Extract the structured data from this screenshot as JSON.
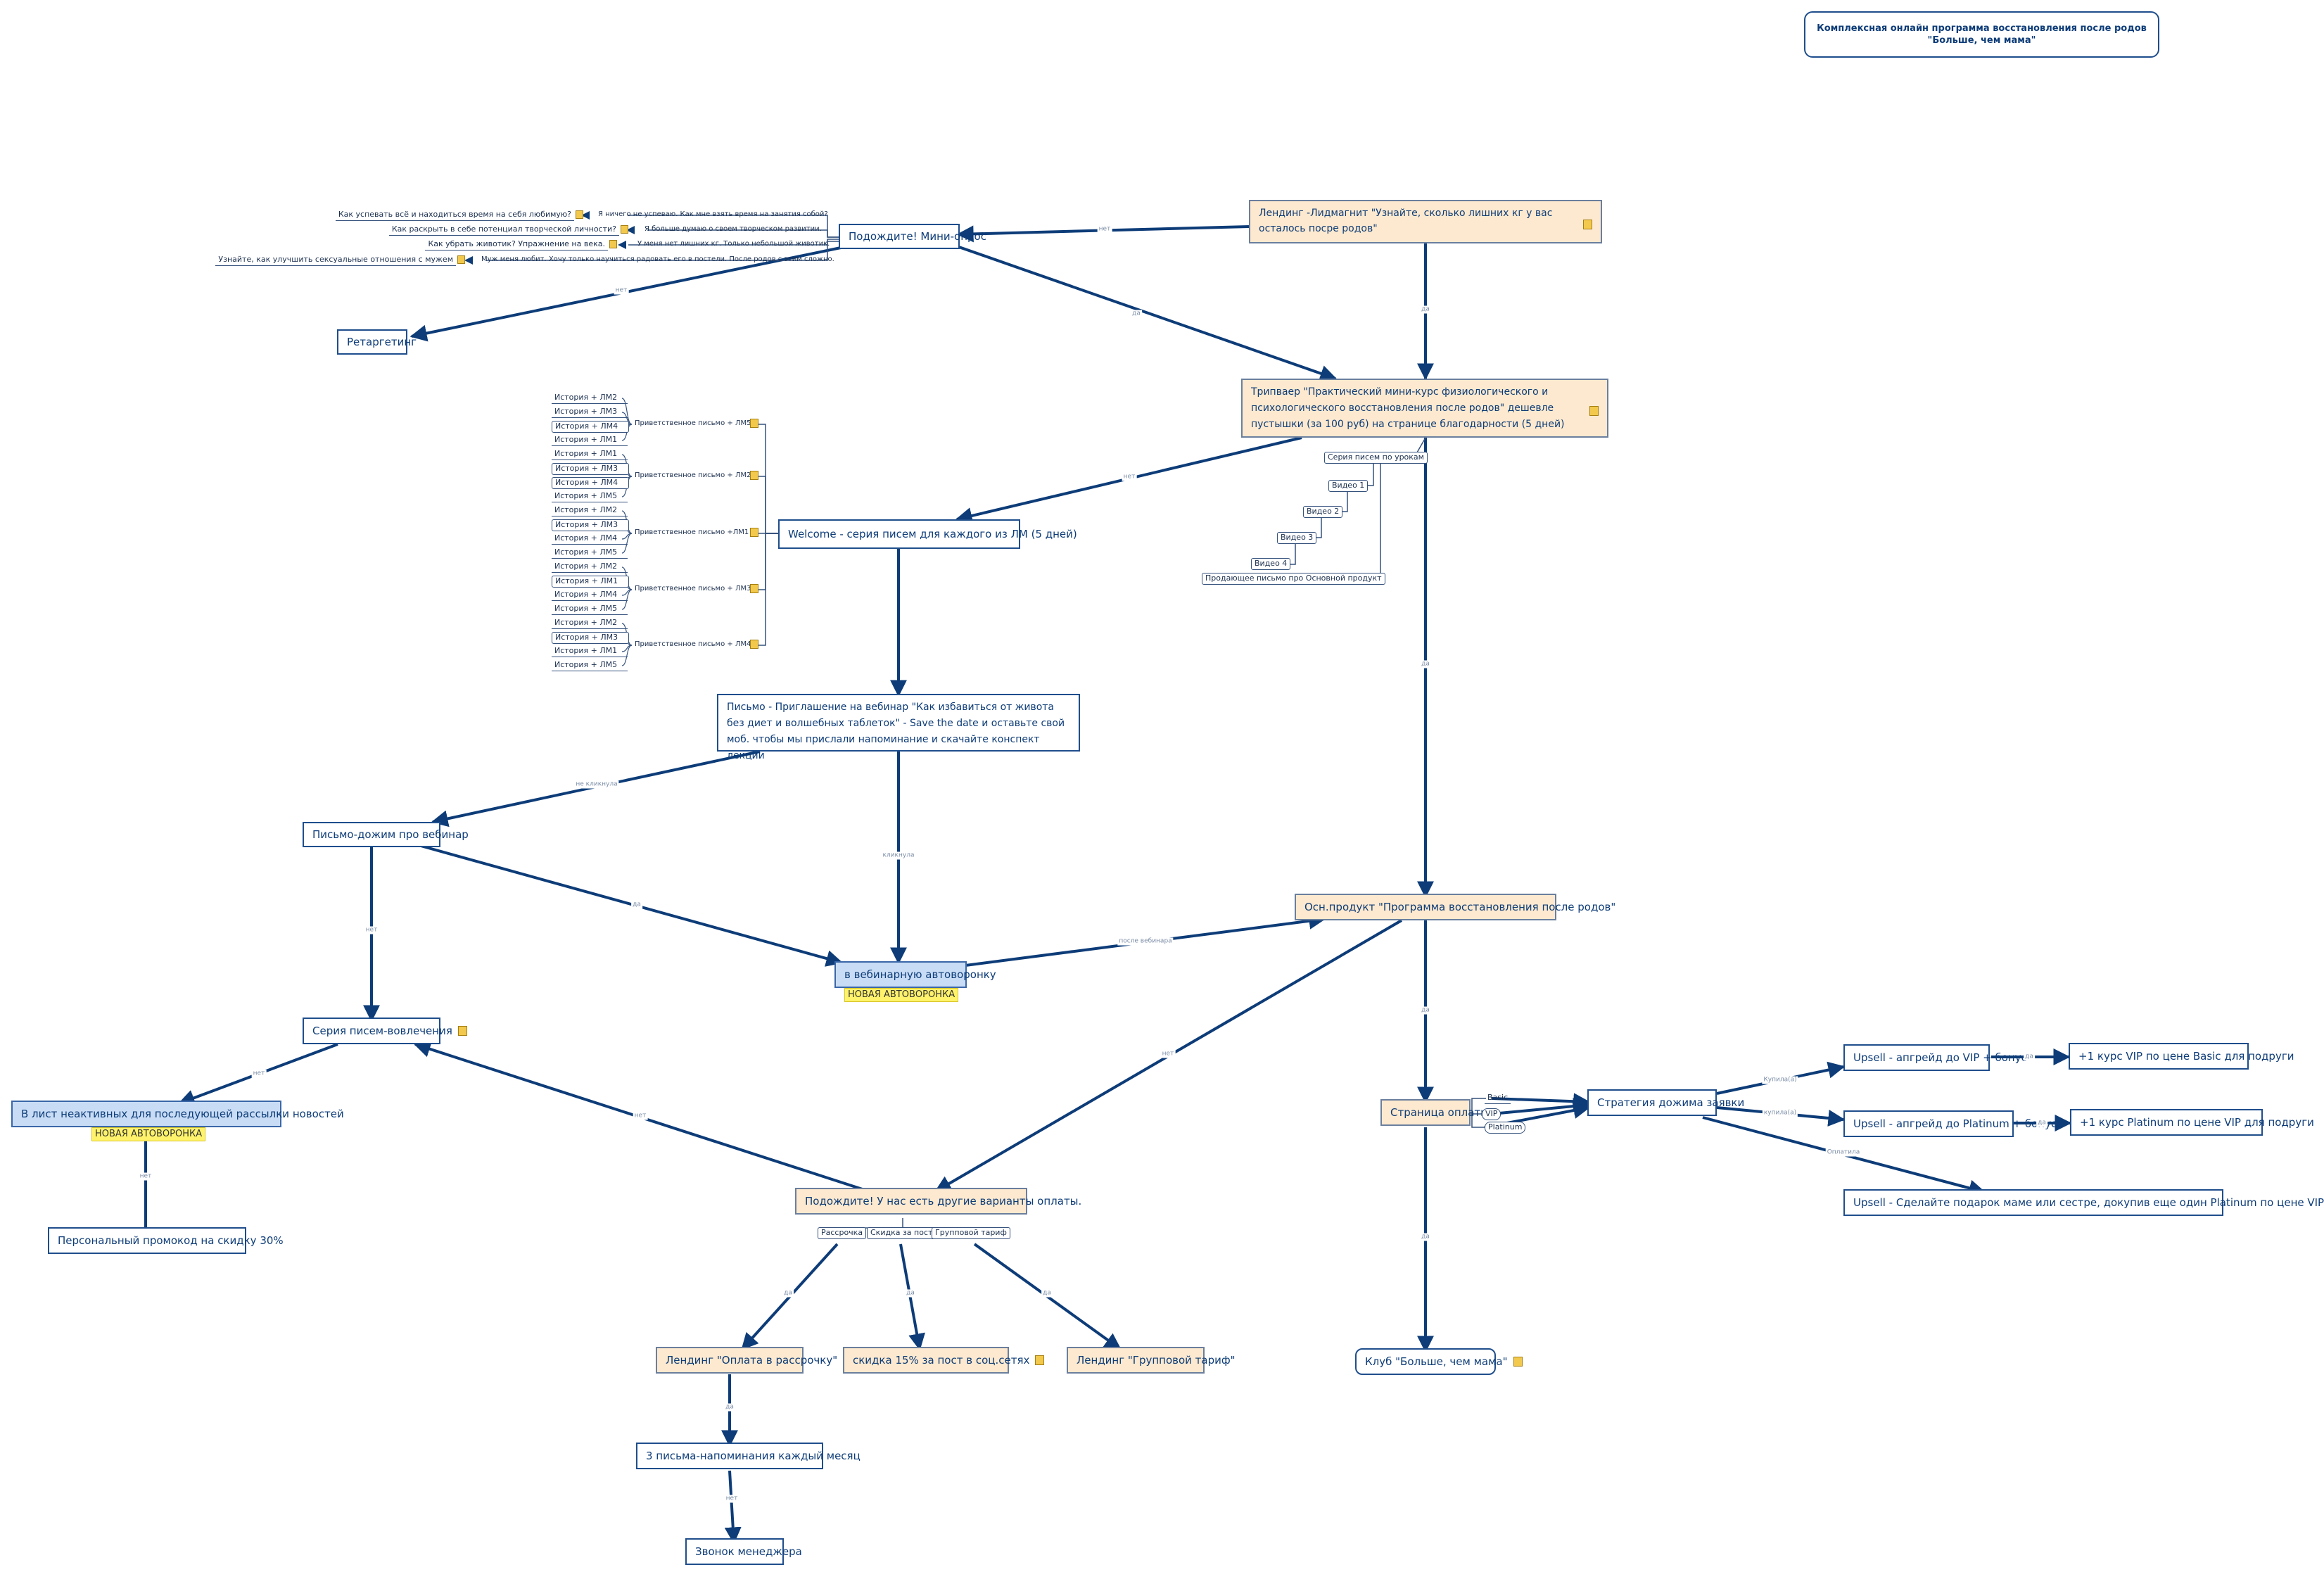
{
  "title": "Комплексная онлайн программа восстановления после родов \"Больше, чем мама\"",
  "nodes": {
    "lead_landing": "Лендинг -Лидмагнит \"Узнайте, сколько лишних кг у вас осталось посре родов\"",
    "tripwire": "Трипваер \"Практический мини-курс физиологического и психологического восстановления после родов\" дешевле пустышки (за 100 руб) на странице благодарности (5 дней)",
    "mini_survey": "Подождите! Мини-опрос",
    "retargeting": "Ретаргетинг",
    "welcome": "Welcome - серия писем для каждого из ЛМ (5 дней)",
    "invite": "Письмо - Приглашение на вебинар \"Как избавиться от живота без диет и волшебных таблеток\" - Save the date и оставьте свой моб. чтобы мы прислали напоминание и скачайте конспект лекции",
    "dozhim_webinar": "Письмо-дожим про вебинар",
    "webinar_funnel": "в вебинарную автоворонку",
    "engagement": "Серия писем-вовлечения",
    "inactive": "В лист неактивных для последующей рассылки новостей",
    "promo": "Персональный промокод на скидку 30%",
    "main_product": "Осн.продукт \"Программа восстановления после родов\"",
    "wait_options": "Подождите! У нас есть другие варианты оплаты.",
    "landing_installment": "Лендинг \"Оплата в рассрочку\"",
    "discount_repost": "скидка 15% за пост в соц.сетях",
    "landing_group": "Лендинг \"Групповой тариф\"",
    "reminders": "3 письма-напоминания каждый месяц",
    "manager_call": "Звонок менеджера",
    "payment_page": "Страница оплаты",
    "strategy": "Стратегия дожима заявки",
    "upsell_vip": "Upsell - апгрейд до VIP + бонус",
    "upsell_platinum": "Upsell - апгрейд до Platinum + бонус",
    "upsell_gift": "Upsell - Сделайте подарок маме или сестре, докупив еще один Platinum по цене VIP",
    "plus_vip": "+1 курс VIP по цене Basic для подруги",
    "plus_platinum": "+1 курс Platinum по цене VIP для подруги",
    "club": "Клуб \"Больше, чем мама\""
  },
  "tags": {
    "new_funnel_1": "НОВАЯ АВТОВОРОНКА",
    "new_funnel_2": "НОВАЯ АВТОВОРОНКА"
  },
  "survey_items": [
    {
      "question": "Как успевать всё и находиться время на себя любимую?",
      "answer": "Я ничего не успеваю. Как мне взять время на занятия собой?"
    },
    {
      "question": "Как раскрыть в себе потенциал творческой личности?",
      "answer": "Я больше думаю о своем творческом развитии."
    },
    {
      "question": "Как убрать животик? Упражнение на века.",
      "answer": "У меня нет лишних кг. Только небольшой животик."
    },
    {
      "question": "Узнайте, как улучшить сексуальные отношения с мужем",
      "answer": "Муж меня любит. Хочу только научиться радовать его в постели. После родов с этим сложно."
    }
  ],
  "welcome_letters": [
    {
      "label": "Приветственное письмо + ЛМ5",
      "items": [
        "История + ЛМ2",
        "История + ЛМ3",
        "История + ЛМ4",
        "История + ЛМ1"
      ]
    },
    {
      "label": "Приветственное письмо + ЛМ2",
      "items": [
        "История + ЛМ1",
        "История + ЛМ3",
        "История + ЛМ4",
        "История + ЛМ5"
      ]
    },
    {
      "label": "Приветственное письмо +ЛМ1",
      "items": [
        "История + ЛМ2",
        "История + ЛМ3",
        "История + ЛМ4",
        "История + ЛМ5"
      ]
    },
    {
      "label": "Приветственное письмо + ЛМ3",
      "items": [
        "История + ЛМ2",
        "История + ЛМ1",
        "История + ЛМ4",
        "История + ЛМ5"
      ]
    },
    {
      "label": "Приветственное письмо + ЛМ4",
      "items": [
        "История + ЛМ2",
        "История + ЛМ3",
        "История + ЛМ1",
        "История + ЛМ5"
      ]
    }
  ],
  "lesson_series": [
    "Серия писем по урокам",
    "Видео 1",
    "Видео 2",
    "Видео 3",
    "Видео 4",
    "Продающее письмо про Основной продукт"
  ],
  "payment_options": [
    "Рассрочка",
    "Скидка за пост",
    "Групповой тариф"
  ],
  "tariffs": [
    "Basic",
    "VIP",
    "Platinum"
  ],
  "edge_labels": {
    "no": "нет",
    "yes": "да",
    "not_clicked": "не кликнула",
    "clicked": "кликнула",
    "after_webinar": "после вебинара",
    "basic_paid": "Купила(а)",
    "vip_paid": "купила(а)",
    "platinum_paid": "Оплатила"
  },
  "colors": {
    "primary": "#0d3c78",
    "edge": "#0d3c78",
    "beige_fill": "#fde9cf",
    "blue_fill": "#c8dcf5",
    "tag_yellow": "#fff36b"
  },
  "icons": [
    "note-icon",
    "arrow-head-icon"
  ]
}
